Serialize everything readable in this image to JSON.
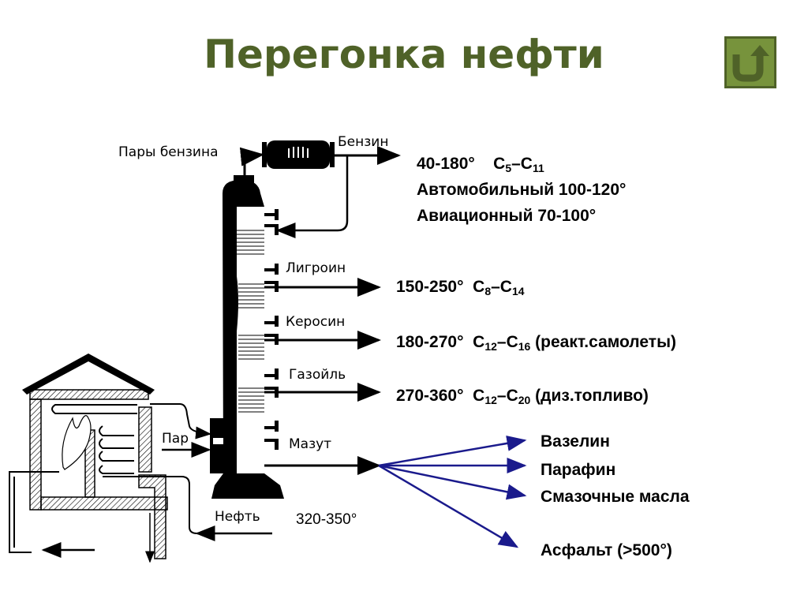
{
  "title": "Перегонка нефти",
  "back_button": {
    "icon": "u-turn-arrow-icon",
    "color": "#77933c",
    "border": "#4f6228"
  },
  "diagram_labels": {
    "vapors": "Пары бензина",
    "gasoline": "Бензин",
    "ligroin": "Лигроин",
    "kerosene": "Керосин",
    "gasoil": "Газойль",
    "steam": "Пар",
    "fuel_oil": "Мазут",
    "oil": "Нефть",
    "furnace_temp": "320-350°"
  },
  "fractions": [
    {
      "temp": "40-180°",
      "c_from": "5",
      "c_to": "11",
      "note": ""
    },
    {
      "temp": "150-250°",
      "c_from": "8",
      "c_to": "14",
      "note": ""
    },
    {
      "temp": "180-270°",
      "c_from": "12",
      "c_to": "16",
      "note": "(реакт.самолеты)"
    },
    {
      "temp": "270-360°",
      "c_from": "12",
      "c_to": "20",
      "note": "(диз.топливо)"
    }
  ],
  "gasoline_types": [
    "Автомобильный 100-120°",
    "Авиационный 70-100°"
  ],
  "fuel_oil_products": [
    "Вазелин",
    "Парафин",
    "Смазочные масла",
    "Асфальт (>500°)"
  ],
  "colors": {
    "title": "#4f6228",
    "arrows_blue": "#1a1a8c"
  }
}
